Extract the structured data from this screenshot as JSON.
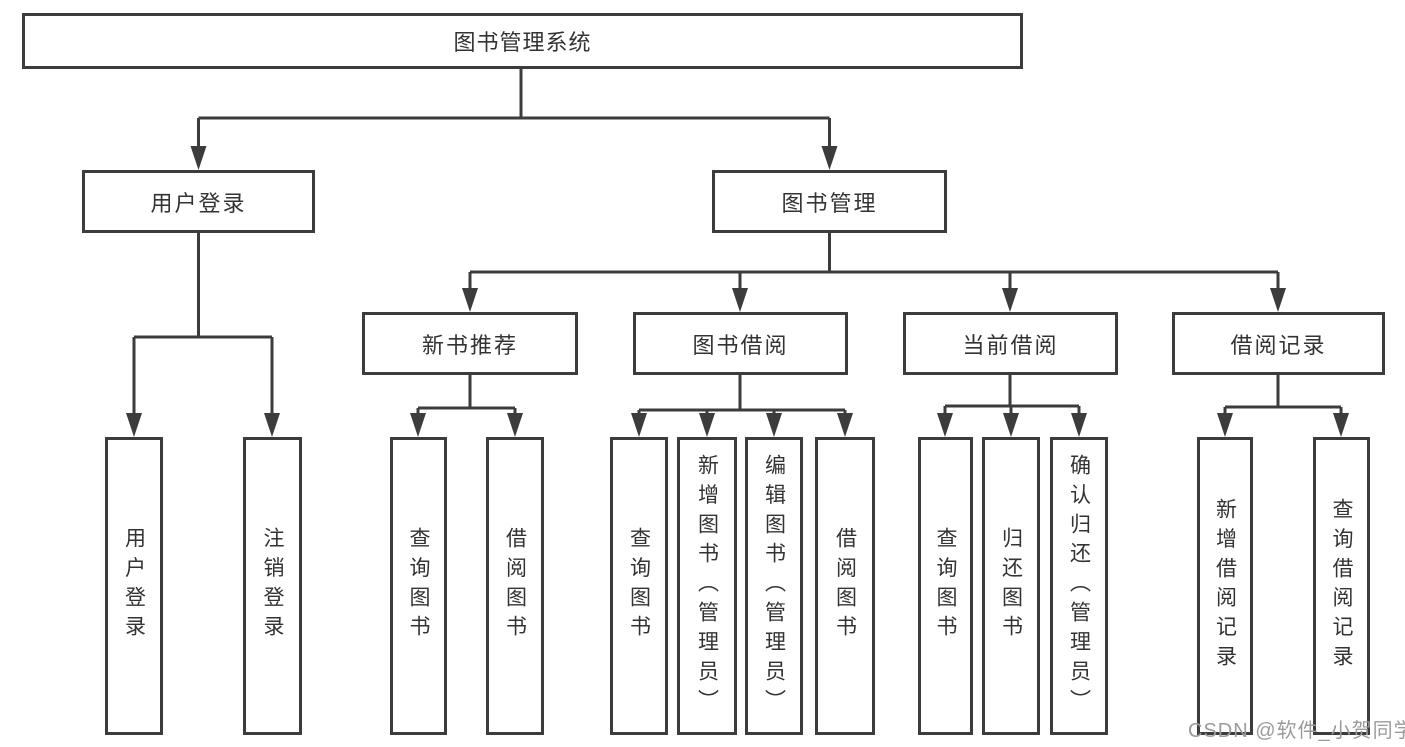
{
  "diagram": {
    "nodes": {
      "root": "图书管理系统",
      "user_login": "用户登录",
      "book_mgmt": "图书管理",
      "new_book_rec": "新书推荐",
      "book_borrow": "图书借阅",
      "current_borrow": "当前借阅",
      "borrow_record": "借阅记录",
      "leaf_user_login": "用户登录",
      "leaf_logout": "注销登录",
      "leaf_nb_query": "查询图书",
      "leaf_nb_borrow": "借阅图书",
      "leaf_bb_query": "查询图书",
      "leaf_bb_add": "新增图书（管理员）",
      "leaf_bb_edit": "编辑图书（管理员）",
      "leaf_bb_borrow": "借阅图书",
      "leaf_cb_query": "查询图书",
      "leaf_cb_return": "归还图书",
      "leaf_cb_confirm": "确认归还（管理员）",
      "leaf_br_add": "新增借阅记录",
      "leaf_br_query": "查询借阅记录"
    },
    "colors": {
      "line": "#3c3c3c",
      "text": "#333333",
      "watermark": "#9b9b9b"
    }
  },
  "watermark": {
    "text": "CSDN @软件_小贺同学"
  }
}
